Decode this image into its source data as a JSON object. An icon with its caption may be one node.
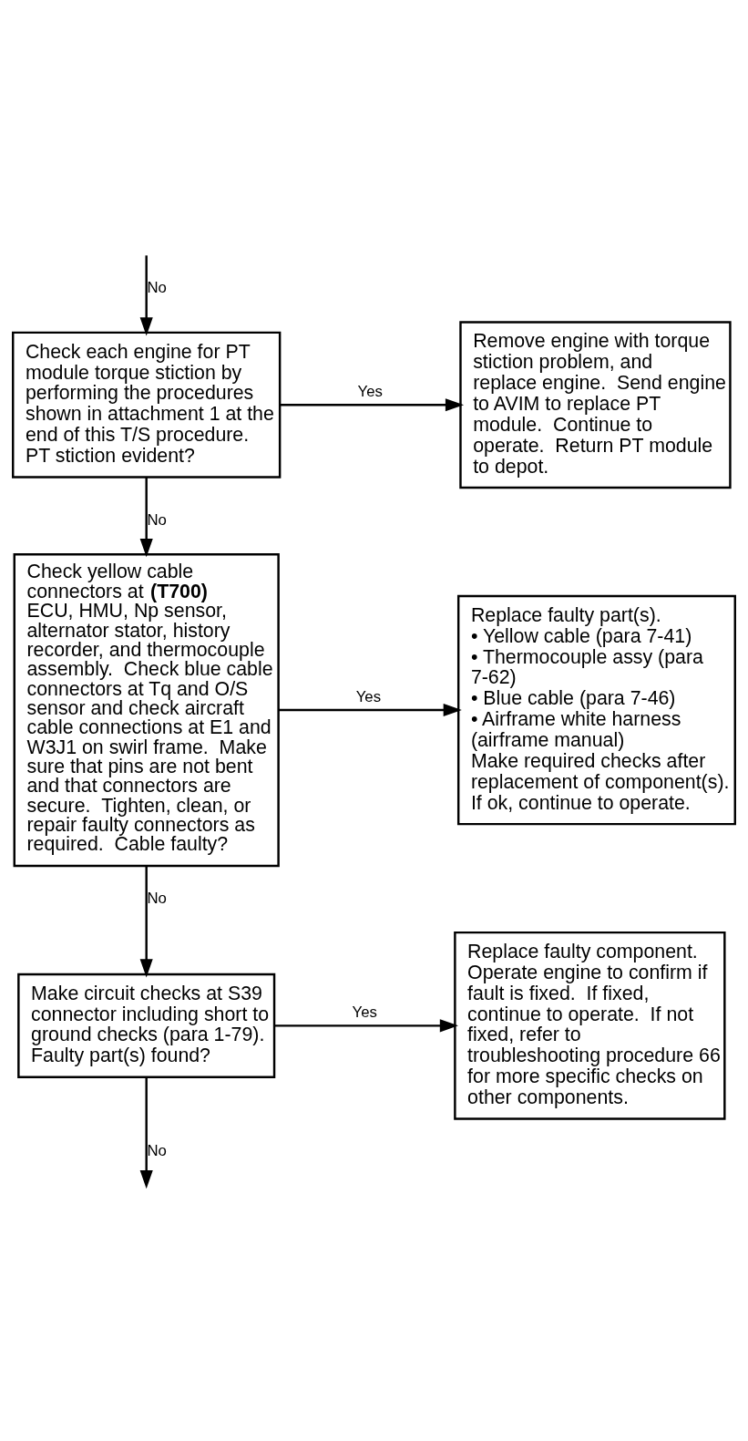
{
  "diagram": {
    "nodes": [
      {
        "text": [
          "Check each engine for PT module torque stiction by performing the procedures shown in attachment 1 at the end of this T/S procedure.  PT stiction evident?"
        ]
      },
      {
        "text": [
          "Remove engine with torque stiction problem, and replace engine.  Send engine to AVIM to replace PT module.  Continue to operate.  Return PT module to depot."
        ]
      },
      {
        "text": [
          "Check yellow cable connectors at **(T700)** ECU, HMU, Np sensor, alternator stator, history recorder, and thermocouple assembly.  Check blue cable connectors at Tq and O/S sensor and check aircraft cable connections at E1 and W3J1 on swirl frame.  Make sure that pins are not bent and that connectors are secure.  Tighten, clean, or repair faulty connectors as required.  Cable faulty?"
        ]
      },
      {
        "text": [
          "Replace faulty part(s).",
          "• Yellow cable (para 7-41)",
          "• Thermocouple assy (para 7-62)",
          "• Blue cable (para 7-46)",
          "• Airframe white harness (airframe manual)",
          "Make required checks after replacement of component(s).  If ok, continue to operate."
        ]
      },
      {
        "text": [
          "Make circuit checks at S39 connector including short to ground checks (para 1-79).  Faulty part(s) found?"
        ]
      },
      {
        "text": [
          "Replace faulty component.  Operate engine to confirm if fault is fixed.  If fixed, continue to operate.  If not fixed, refer to troubleshooting procedure 66 for more specific checks on other components."
        ]
      }
    ],
    "edges": [
      {
        "from": null,
        "to": 0,
        "arrow": "to",
        "label": "No"
      },
      {
        "from": 0,
        "to": 1,
        "arrow": "to",
        "label": "Yes"
      },
      {
        "from": 0,
        "to": 2,
        "arrow": "to",
        "label": "No"
      },
      {
        "from": 2,
        "to": 3,
        "arrow": "to",
        "label": "Yes"
      },
      {
        "from": 2,
        "to": 4,
        "arrow": "to",
        "label": "No"
      },
      {
        "from": 4,
        "to": 5,
        "arrow": "to",
        "label": "Yes"
      },
      {
        "from": 4,
        "to": null,
        "arrow": "to",
        "label": "No"
      }
    ]
  }
}
